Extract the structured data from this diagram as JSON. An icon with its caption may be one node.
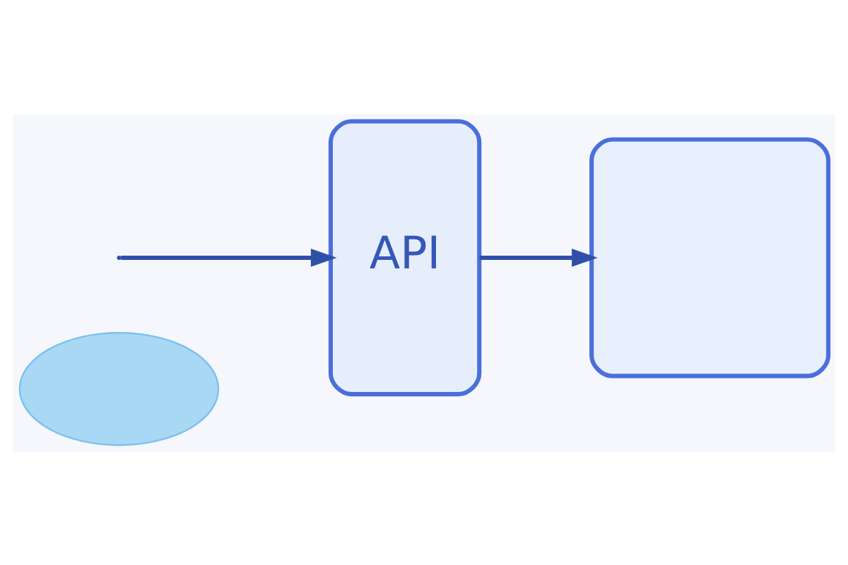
{
  "diagram": {
    "nodes": [
      {
        "text": [],
        "shape": "cloud"
      },
      {
        "text": [
          "API"
        ]
      },
      {
        "text": [],
        "shape": "box"
      }
    ],
    "edges": [
      {
        "from": null,
        "to": 1,
        "arrow": "to"
      },
      {
        "from": 1,
        "to": 2,
        "arrow": "to"
      }
    ]
  }
}
